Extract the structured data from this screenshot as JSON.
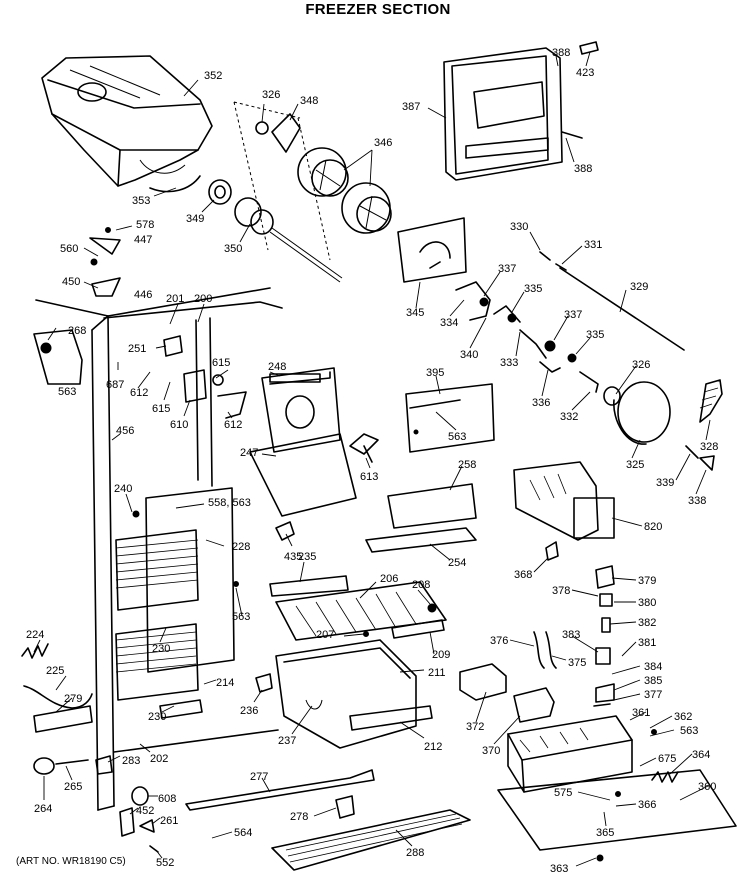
{
  "title": "FREEZER SECTION",
  "art_no": "(ART NO. WR18190 C5)",
  "parts": [
    {
      "key": "352",
      "label": "352"
    },
    {
      "key": "326a",
      "label": "326"
    },
    {
      "key": "348",
      "label": "348"
    },
    {
      "key": "346",
      "label": "346"
    },
    {
      "key": "353",
      "label": "353"
    },
    {
      "key": "349",
      "label": "349"
    },
    {
      "key": "350",
      "label": "350"
    },
    {
      "key": "578",
      "label": "578"
    },
    {
      "key": "447",
      "label": "447"
    },
    {
      "key": "560",
      "label": "560"
    },
    {
      "key": "450",
      "label": "450"
    },
    {
      "key": "446",
      "label": "446"
    },
    {
      "key": "201",
      "label": "201"
    },
    {
      "key": "200",
      "label": "200"
    },
    {
      "key": "268",
      "label": "268"
    },
    {
      "key": "251",
      "label": "251"
    },
    {
      "key": "563a",
      "label": "563"
    },
    {
      "key": "687",
      "label": "687"
    },
    {
      "key": "612a",
      "label": "612"
    },
    {
      "key": "615a",
      "label": "615"
    },
    {
      "key": "615b",
      "label": "615"
    },
    {
      "key": "610",
      "label": "610"
    },
    {
      "key": "612b",
      "label": "612"
    },
    {
      "key": "248",
      "label": "248"
    },
    {
      "key": "456",
      "label": "456"
    },
    {
      "key": "247",
      "label": "247"
    },
    {
      "key": "613",
      "label": "613"
    },
    {
      "key": "240",
      "label": "240"
    },
    {
      "key": "558",
      "label": "558, 563"
    },
    {
      "key": "228",
      "label": "228"
    },
    {
      "key": "435",
      "label": "435"
    },
    {
      "key": "235",
      "label": "235"
    },
    {
      "key": "206",
      "label": "206"
    },
    {
      "key": "208",
      "label": "208"
    },
    {
      "key": "563b",
      "label": "563"
    },
    {
      "key": "224",
      "label": "224"
    },
    {
      "key": "207",
      "label": "207"
    },
    {
      "key": "209",
      "label": "209"
    },
    {
      "key": "230a",
      "label": "230"
    },
    {
      "key": "225",
      "label": "225"
    },
    {
      "key": "211",
      "label": "211"
    },
    {
      "key": "279",
      "label": "279"
    },
    {
      "key": "214",
      "label": "214"
    },
    {
      "key": "236",
      "label": "236"
    },
    {
      "key": "230b",
      "label": "230"
    },
    {
      "key": "237",
      "label": "237"
    },
    {
      "key": "212",
      "label": "212"
    },
    {
      "key": "202",
      "label": "202"
    },
    {
      "key": "283",
      "label": "283"
    },
    {
      "key": "265",
      "label": "265"
    },
    {
      "key": "264",
      "label": "264"
    },
    {
      "key": "277",
      "label": "277"
    },
    {
      "key": "608",
      "label": "608"
    },
    {
      "key": "452",
      "label": "452"
    },
    {
      "key": "261",
      "label": "261"
    },
    {
      "key": "278",
      "label": "278"
    },
    {
      "key": "564",
      "label": "564"
    },
    {
      "key": "552",
      "label": "552"
    },
    {
      "key": "288",
      "label": "288"
    },
    {
      "key": "387",
      "label": "387"
    },
    {
      "key": "388a",
      "label": "388"
    },
    {
      "key": "423",
      "label": "423"
    },
    {
      "key": "388b",
      "label": "388"
    },
    {
      "key": "330",
      "label": "330"
    },
    {
      "key": "331",
      "label": "331"
    },
    {
      "key": "337a",
      "label": "337"
    },
    {
      "key": "329",
      "label": "329"
    },
    {
      "key": "335a",
      "label": "335"
    },
    {
      "key": "345",
      "label": "345"
    },
    {
      "key": "334",
      "label": "334"
    },
    {
      "key": "337b",
      "label": "337"
    },
    {
      "key": "340",
      "label": "340"
    },
    {
      "key": "333",
      "label": "333"
    },
    {
      "key": "335b",
      "label": "335"
    },
    {
      "key": "326b",
      "label": "326"
    },
    {
      "key": "395",
      "label": "395"
    },
    {
      "key": "336",
      "label": "336"
    },
    {
      "key": "332",
      "label": "332"
    },
    {
      "key": "328",
      "label": "328"
    },
    {
      "key": "563c",
      "label": "563"
    },
    {
      "key": "325",
      "label": "325"
    },
    {
      "key": "258",
      "label": "258"
    },
    {
      "key": "339",
      "label": "339"
    },
    {
      "key": "338",
      "label": "338"
    },
    {
      "key": "820",
      "label": "820"
    },
    {
      "key": "254",
      "label": "254"
    },
    {
      "key": "368",
      "label": "368"
    },
    {
      "key": "378",
      "label": "378"
    },
    {
      "key": "379",
      "label": "379"
    },
    {
      "key": "380",
      "label": "380"
    },
    {
      "key": "382",
      "label": "382"
    },
    {
      "key": "383",
      "label": "383"
    },
    {
      "key": "376",
      "label": "376"
    },
    {
      "key": "381",
      "label": "381"
    },
    {
      "key": "375",
      "label": "375"
    },
    {
      "key": "384",
      "label": "384"
    },
    {
      "key": "385",
      "label": "385"
    },
    {
      "key": "377",
      "label": "377"
    },
    {
      "key": "372",
      "label": "372"
    },
    {
      "key": "361",
      "label": "361"
    },
    {
      "key": "362",
      "label": "362"
    },
    {
      "key": "563d",
      "label": "563"
    },
    {
      "key": "370",
      "label": "370"
    },
    {
      "key": "675",
      "label": "675"
    },
    {
      "key": "364",
      "label": "364"
    },
    {
      "key": "360",
      "label": "360"
    },
    {
      "key": "575",
      "label": "575"
    },
    {
      "key": "366",
      "label": "366"
    },
    {
      "key": "365",
      "label": "365"
    },
    {
      "key": "363",
      "label": "363"
    }
  ]
}
